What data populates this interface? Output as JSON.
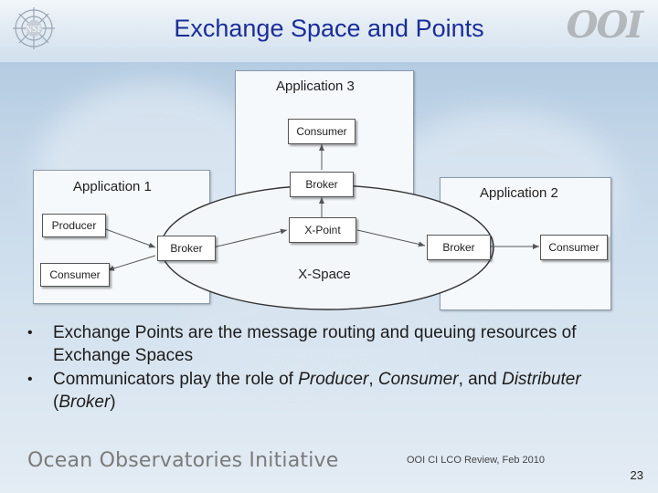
{
  "slide": {
    "title": "Exchange Space and Points",
    "footer_org": "Ocean Observatories Initiative",
    "footer_event": "OOI CI LCO Review, Feb 2010",
    "page_number": "23",
    "logo_left_text": "NSF",
    "logo_right_text": "OOI"
  },
  "diagram": {
    "app1": {
      "label": "Application 1",
      "producer": "Producer",
      "consumer": "Consumer",
      "broker": "Broker"
    },
    "app2": {
      "label": "Application 2",
      "broker": "Broker",
      "consumer": "Consumer"
    },
    "app3": {
      "label": "Application 3",
      "consumer": "Consumer",
      "broker": "Broker"
    },
    "xpoint": "X-Point",
    "xspace": "X-Space"
  },
  "bullets": [
    {
      "plain": "Exchange Points are the message routing and queuing resources of Exchange Spaces"
    },
    {
      "p1": "Communicators play the role of ",
      "i1": "Producer",
      "p2": ", ",
      "i2": "Consumer",
      "p3": ", and ",
      "i3": "Distributer",
      "p4": " (",
      "i4": "Broker",
      "p5": ")"
    }
  ]
}
